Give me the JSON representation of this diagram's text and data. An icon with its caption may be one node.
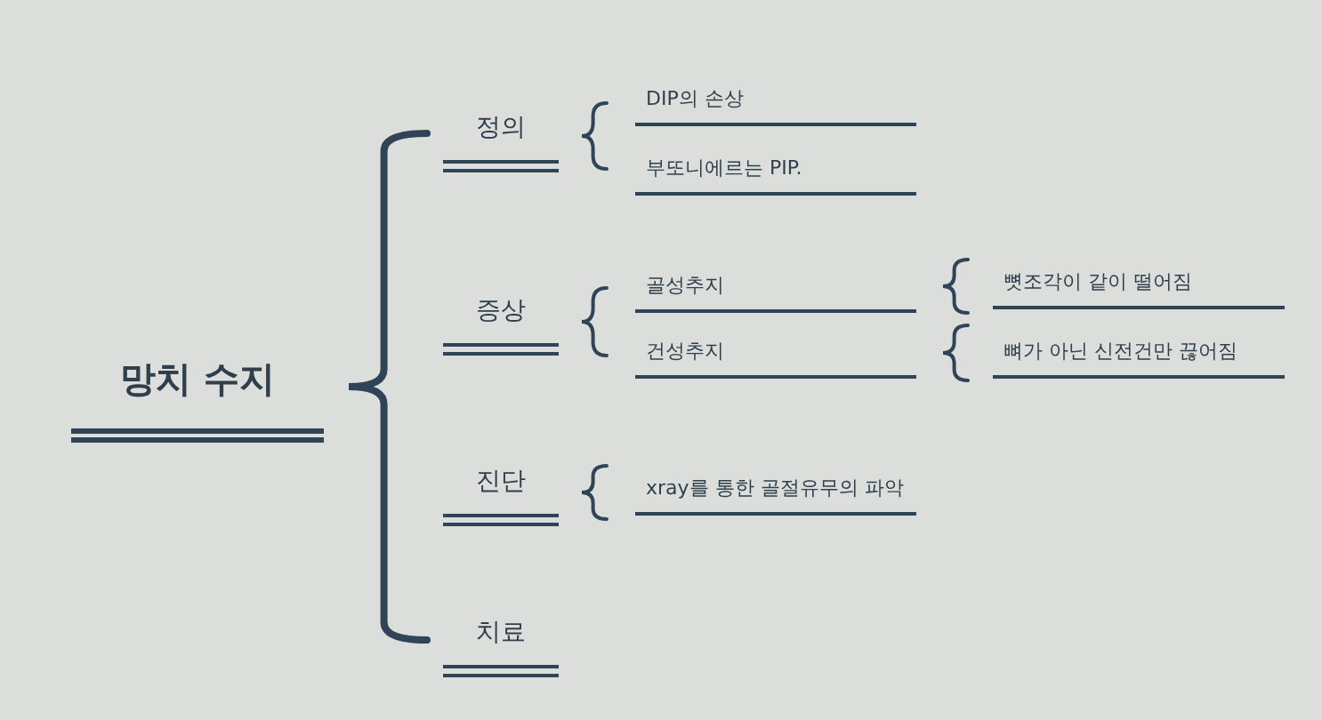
{
  "diagram": {
    "nodes": [
      {
        "text": [
          "망치 수지"
        ]
      },
      {
        "text": [
          "정의"
        ]
      },
      {
        "text": [
          "증상"
        ]
      },
      {
        "text": [
          "진단"
        ]
      },
      {
        "text": [
          "치료"
        ]
      },
      {
        "text": [
          "DIP의 손상"
        ]
      },
      {
        "text": [
          "부또니에르는 PIP."
        ]
      },
      {
        "text": [
          "골성추지"
        ]
      },
      {
        "text": [
          "건성추지"
        ]
      },
      {
        "text": [
          "xray를 통한 골절유무의 파악"
        ]
      },
      {
        "text": [
          "뼛조각이 같이 떨어짐"
        ]
      },
      {
        "text": [
          "뼈가 아닌 신전건만 끊어짐"
        ]
      }
    ]
  }
}
